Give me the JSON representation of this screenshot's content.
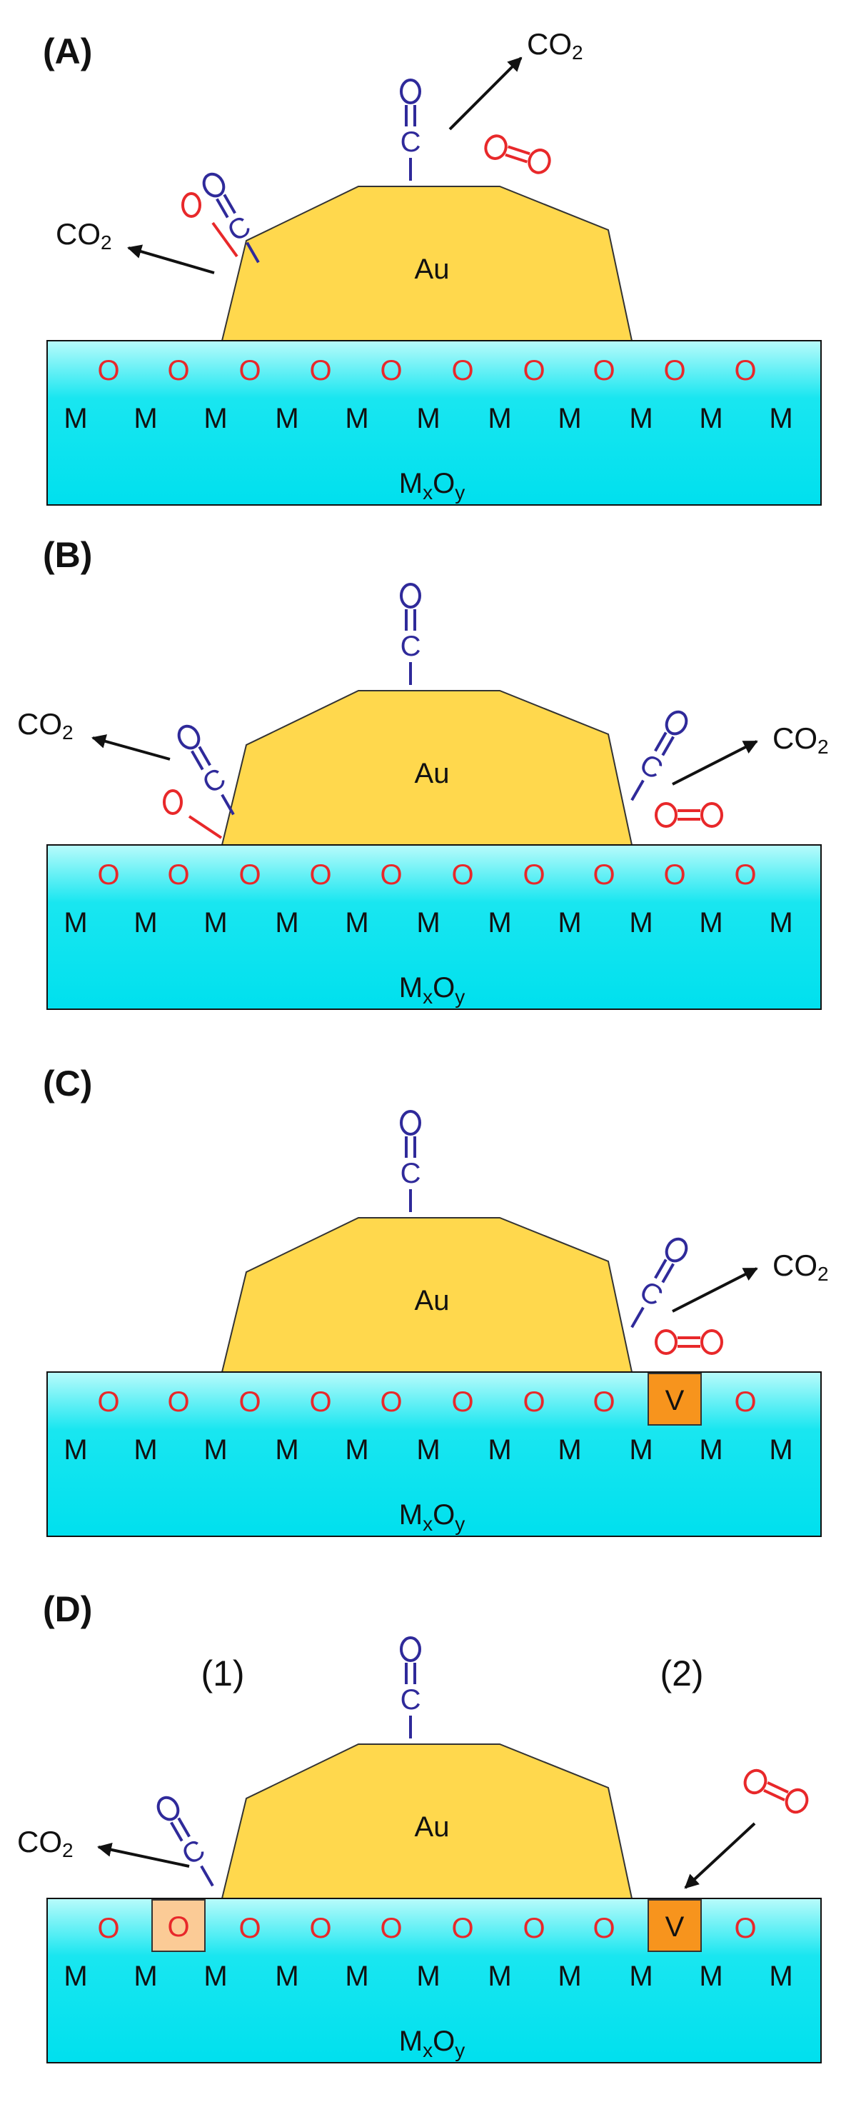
{
  "colors": {
    "au_fill": "#FFD84D",
    "au_stroke": "#333333",
    "substrate_top": "#B9FBFB",
    "substrate_mid": "#19E6F0",
    "substrate_bottom": "#00E0EE",
    "lattice_oxygen": "#E8282A",
    "metal": "#111111",
    "co_blue": "#2F2A9A",
    "o2_red": "#E8282A",
    "vacancy_fill": "#F7941D",
    "moved_oxygen_fill": "#FBCB96"
  },
  "labels": {
    "au": "Au",
    "metal": "M",
    "lattice_o": "O",
    "co_c": "C",
    "co_o": "O",
    "vacancy": "V",
    "co2_main": "CO",
    "co2_sub": "2",
    "substrate_main": "M",
    "substrate_x": "x",
    "substrate_o": "O",
    "substrate_y": "y"
  },
  "panels": [
    {
      "id": "A",
      "label": "(A)"
    },
    {
      "id": "B",
      "label": "(B)"
    },
    {
      "id": "C",
      "label": "(C)"
    },
    {
      "id": "D",
      "label": "(D)",
      "step1": "(1)",
      "step2": "(2)"
    }
  ]
}
